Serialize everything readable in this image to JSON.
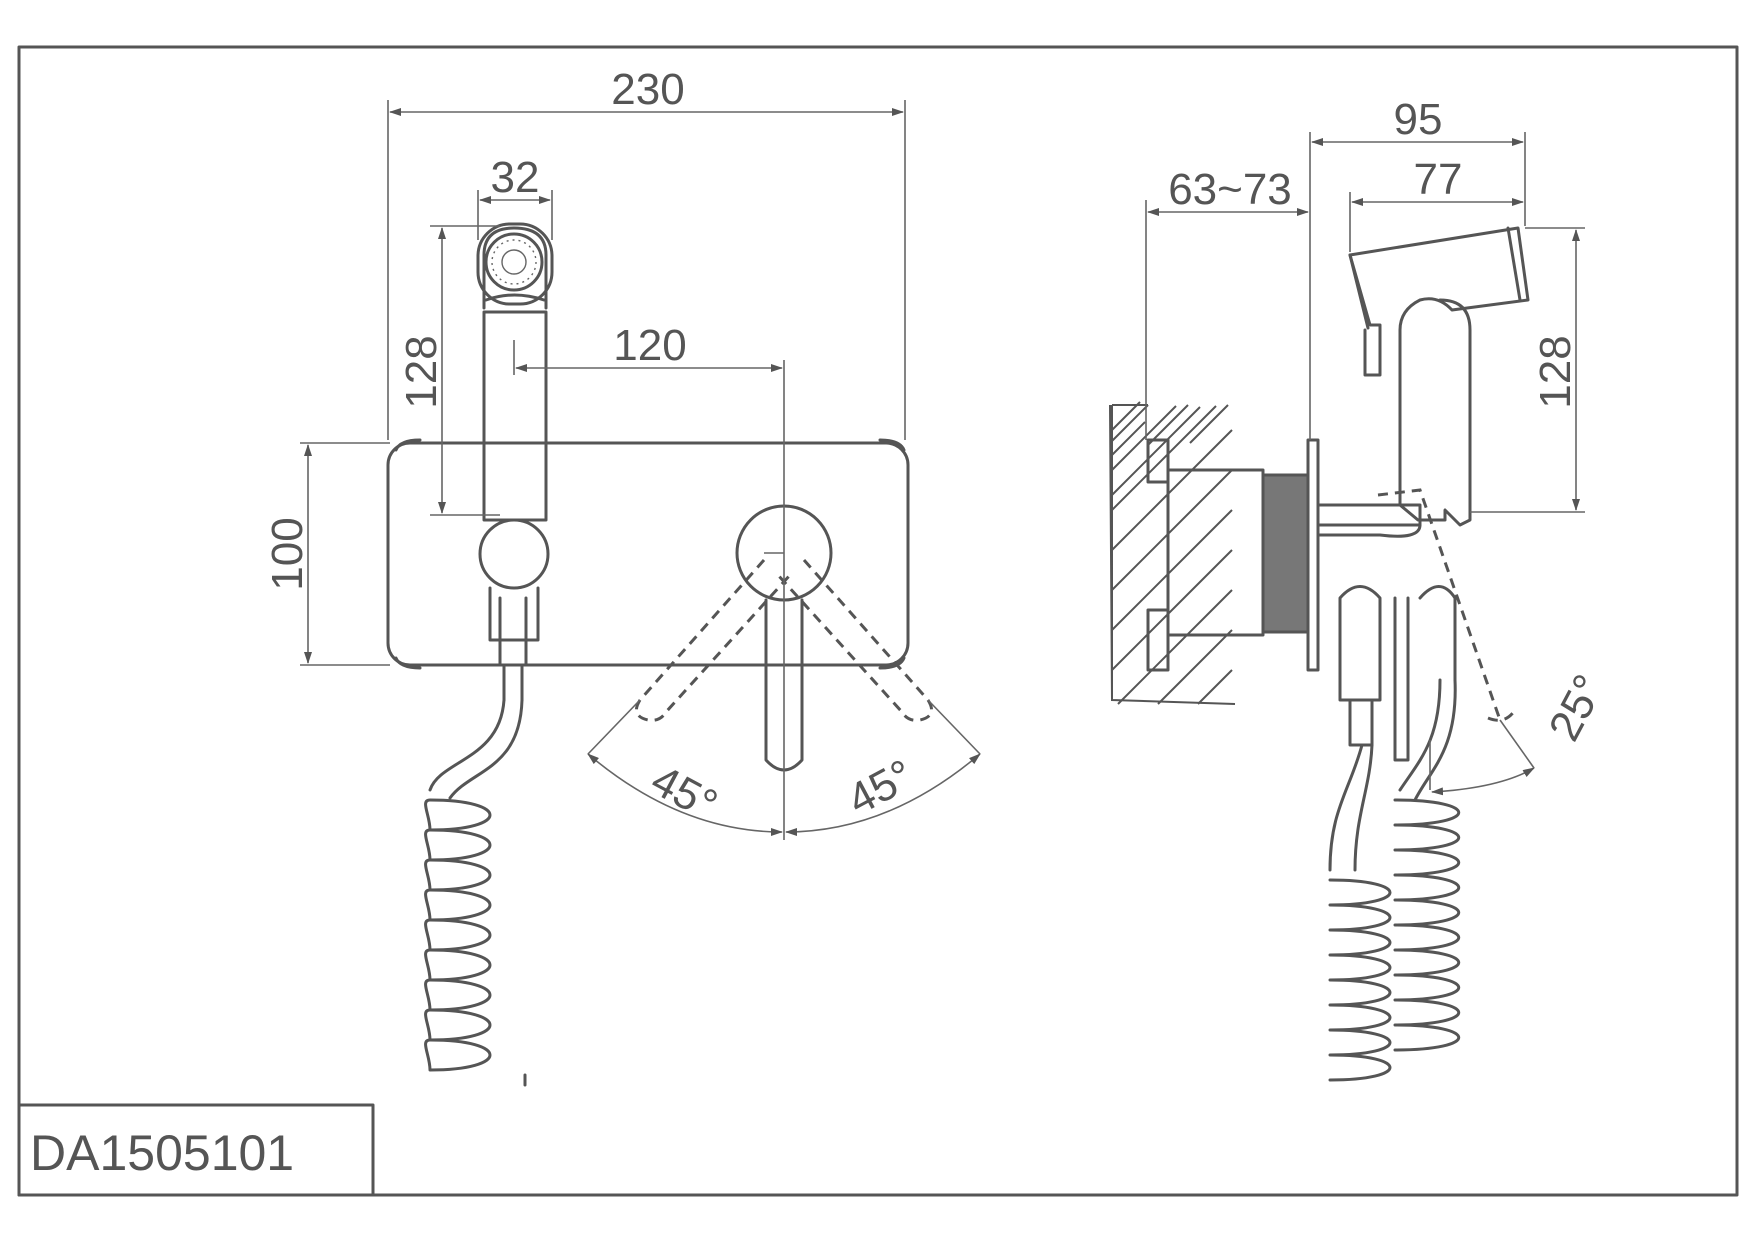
{
  "model_code": "DA1505101",
  "front_view": {
    "dim_overall_width": "230",
    "dim_handshower_width": "32",
    "dim_handshower_height": "128",
    "dim_center_distance": "120",
    "dim_plate_height": "100",
    "dim_lever_angle_left": "45°",
    "dim_lever_angle_right": "45°"
  },
  "side_view": {
    "dim_total_depth": "95",
    "dim_head_depth": "77",
    "dim_wall_depth": "63~73",
    "dim_handshower_height": "128",
    "dim_tilt_angle": "25°"
  }
}
